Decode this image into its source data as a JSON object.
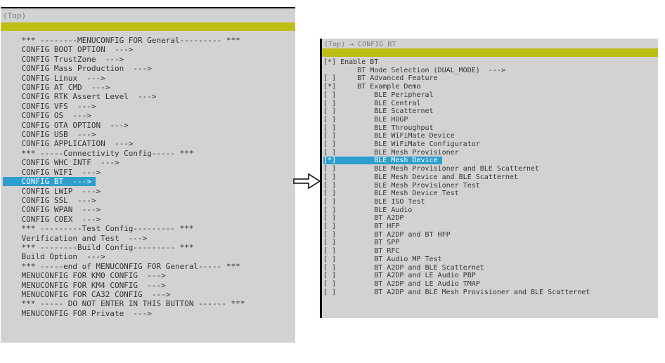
{
  "left_panel": {
    "breadcrumb": "(Top)",
    "items": [
      {
        "text": "*** --------MENUCONFIG FOR General--------- ***",
        "type": "comment"
      },
      {
        "text": "CONFIG BOOT OPTION  --->",
        "type": "submenu"
      },
      {
        "text": "CONFIG TrustZone  --->",
        "type": "submenu"
      },
      {
        "text": "CONFIG Mass Production  --->",
        "type": "submenu"
      },
      {
        "text": "CONFIG Linux  --->",
        "type": "submenu"
      },
      {
        "text": "CONFIG AT CMD  --->",
        "type": "submenu"
      },
      {
        "text": "CONFIG RTK Assert Level  --->",
        "type": "submenu"
      },
      {
        "text": "CONFIG VFS  --->",
        "type": "submenu"
      },
      {
        "text": "CONFIG OS  --->",
        "type": "submenu"
      },
      {
        "text": "CONFIG OTA OPTION  --->",
        "type": "submenu"
      },
      {
        "text": "CONFIG USB  --->",
        "type": "submenu"
      },
      {
        "text": "CONFIG APPLICATION  --->",
        "type": "submenu"
      },
      {
        "text": "*** -----Connectivity Config----- ***",
        "type": "comment"
      },
      {
        "text": "CONFIG WHC INTF  --->",
        "type": "submenu"
      },
      {
        "text": "CONFIG WIFI  --->",
        "type": "submenu"
      },
      {
        "text": "CONFIG BT  --->",
        "type": "submenu",
        "highlighted": true
      },
      {
        "text": "CONFIG LWIP  --->",
        "type": "submenu"
      },
      {
        "text": "CONFIG SSL  --->",
        "type": "submenu"
      },
      {
        "text": "CONFIG WPAN  --->",
        "type": "submenu"
      },
      {
        "text": "CONFIG COEX  --->",
        "type": "submenu"
      },
      {
        "text": "*** ---------Test Config--------- ***",
        "type": "comment"
      },
      {
        "text": "Verification and Test  --->",
        "type": "submenu"
      },
      {
        "text": "*** --------Build Config--------- ***",
        "type": "comment"
      },
      {
        "text": "Build Option  --->",
        "type": "submenu"
      },
      {
        "text": "*** -----end of MENUCONFIG FOR General----- ***",
        "type": "comment"
      },
      {
        "text": "MENUCONFIG FOR KM0 CONFIG  --->",
        "type": "submenu"
      },
      {
        "text": "MENUCONFIG FOR KM4 CONFIG  --->",
        "type": "submenu"
      },
      {
        "text": "MENUCONFIG FOR CA32 CONFIG  --->",
        "type": "submenu"
      },
      {
        "text": "*** ----- DO NOT ENTER IN THIS BUTTON ------ ***",
        "type": "comment"
      },
      {
        "text": "MENUCONFIG FOR Private  --->",
        "type": "submenu"
      }
    ]
  },
  "right_panel": {
    "breadcrumb": "(Top) → CONFIG BT",
    "items": [
      {
        "prefix": "[*]",
        "indent": 4,
        "text": "Enable BT",
        "type": "checkbox"
      },
      {
        "prefix": "",
        "indent": 8,
        "text": "BT Mode Selection (DUAL_MODE)  --->",
        "type": "submenu"
      },
      {
        "prefix": "[ ]",
        "indent": 8,
        "text": "BT Advanced Feature",
        "type": "checkbox"
      },
      {
        "prefix": "[*]",
        "indent": 8,
        "text": "BT Example Demo",
        "type": "checkbox"
      },
      {
        "prefix": "[ ]",
        "indent": 12,
        "text": "BLE Peripheral",
        "type": "checkbox"
      },
      {
        "prefix": "[ ]",
        "indent": 12,
        "text": "BLE Central",
        "type": "checkbox"
      },
      {
        "prefix": "[ ]",
        "indent": 12,
        "text": "BLE Scatternet",
        "type": "checkbox"
      },
      {
        "prefix": "[ ]",
        "indent": 12,
        "text": "BLE HOGP",
        "type": "checkbox"
      },
      {
        "prefix": "[ ]",
        "indent": 12,
        "text": "BLE Throughput",
        "type": "checkbox"
      },
      {
        "prefix": "[ ]",
        "indent": 12,
        "text": "BLE WiFiMate Device",
        "type": "checkbox"
      },
      {
        "prefix": "[ ]",
        "indent": 12,
        "text": "BLE WiFiMate Configurator",
        "type": "checkbox"
      },
      {
        "prefix": "[ ]",
        "indent": 12,
        "text": "BLE Mesh Provisioner",
        "type": "checkbox"
      },
      {
        "prefix": "[*]",
        "indent": 12,
        "text": "BLE Mesh Device",
        "type": "checkbox",
        "highlighted": true
      },
      {
        "prefix": "[ ]",
        "indent": 12,
        "text": "BLE Mesh Provisioner and BLE Scatternet",
        "type": "checkbox"
      },
      {
        "prefix": "[ ]",
        "indent": 12,
        "text": "BLE Mesh Device and BLE Scatternet",
        "type": "checkbox"
      },
      {
        "prefix": "[ ]",
        "indent": 12,
        "text": "BLE Mesh Provisioner Test",
        "type": "checkbox"
      },
      {
        "prefix": "[ ]",
        "indent": 12,
        "text": "BLE Mesh Device Test",
        "type": "checkbox"
      },
      {
        "prefix": "[ ]",
        "indent": 12,
        "text": "BLE ISO Test",
        "type": "checkbox"
      },
      {
        "prefix": "[ ]",
        "indent": 12,
        "text": "BLE Audio",
        "type": "checkbox"
      },
      {
        "prefix": "[ ]",
        "indent": 12,
        "text": "BT A2DP",
        "type": "checkbox"
      },
      {
        "prefix": "[ ]",
        "indent": 12,
        "text": "BT HFP",
        "type": "checkbox"
      },
      {
        "prefix": "[ ]",
        "indent": 12,
        "text": "BT A2DP and BT HFP",
        "type": "checkbox"
      },
      {
        "prefix": "[ ]",
        "indent": 12,
        "text": "BT SPP",
        "type": "checkbox"
      },
      {
        "prefix": "[ ]",
        "indent": 12,
        "text": "BT RFC",
        "type": "checkbox"
      },
      {
        "prefix": "[ ]",
        "indent": 12,
        "text": "BT Audio MP Test",
        "type": "checkbox"
      },
      {
        "prefix": "[ ]",
        "indent": 12,
        "text": "BT A2DP and BLE Scatternet",
        "type": "checkbox"
      },
      {
        "prefix": "[ ]",
        "indent": 12,
        "text": "BT A2DP and LE Audio PBP",
        "type": "checkbox"
      },
      {
        "prefix": "[ ]",
        "indent": 12,
        "text": "BT A2DP and LE Audio TMAP",
        "type": "checkbox"
      },
      {
        "prefix": "[ ]",
        "indent": 12,
        "text": "BT A2DP and BLE Mesh Provisioner and BLE Scatternet",
        "type": "checkbox"
      }
    ]
  },
  "icons": {
    "transition_arrow": "block-arrow-right-icon"
  },
  "colors": {
    "panel_background": "#d2d2d2",
    "separator_bar": "#bdbd14",
    "selection_highlight": "#2d9ecd",
    "selection_text": "#ffffff",
    "body_text": "#343434",
    "breadcrumb_text": "#7a7a7a",
    "border": "#0a0a0a"
  }
}
